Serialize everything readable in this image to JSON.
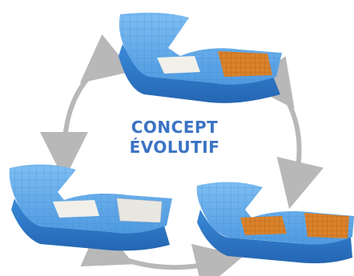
{
  "diagram": {
    "title_line1": "CONCEPT",
    "title_line2": "ÉVOLUTIF"
  },
  "colors": {
    "mattress_top": "#5ea8e8",
    "mattress_side": "#2f7fd0",
    "mattress_dark": "#2466b3",
    "insert_white": "#f2f0ea",
    "insert_orange": "#d9822b",
    "arrow_gray": "#b8b8b8",
    "title_blue": "#3b73c4"
  },
  "nodes": [
    {
      "id": "top",
      "label": ""
    },
    {
      "id": "left",
      "label": ""
    },
    {
      "id": "right",
      "label": ""
    }
  ]
}
